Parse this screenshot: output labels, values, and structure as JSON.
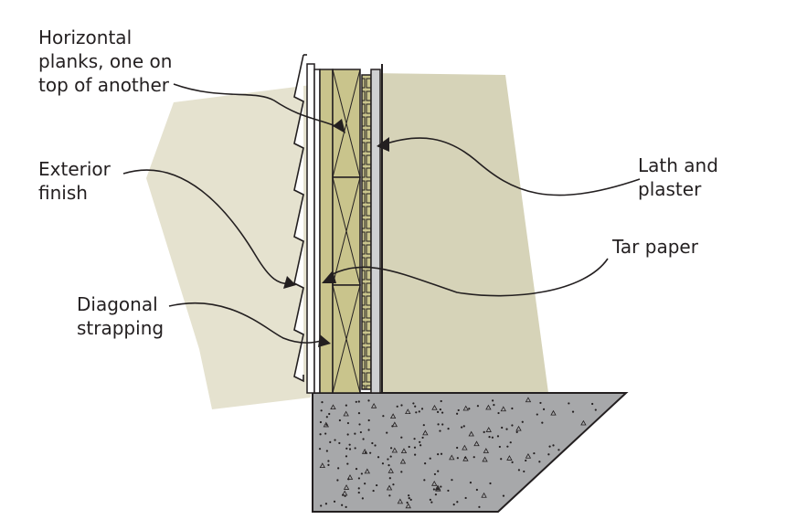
{
  "labels": {
    "horizontal_planks": [
      "Horizontal",
      "planks, one on",
      "top of another"
    ],
    "exterior_finish": [
      "Exterior",
      "finish"
    ],
    "diagonal_strapping": [
      "Diagonal",
      "strapping"
    ],
    "lath_and_plaster": [
      "Lath and",
      "plaster"
    ],
    "tar_paper": [
      "Tar paper"
    ]
  },
  "colors": {
    "background_wall": "#d6d3b8",
    "background_wall_light": "#e5e2cf",
    "stud": "#c9c48c",
    "concrete": "#a7a8aa",
    "plaster": "#cfd0d2",
    "line": "#231f20"
  }
}
